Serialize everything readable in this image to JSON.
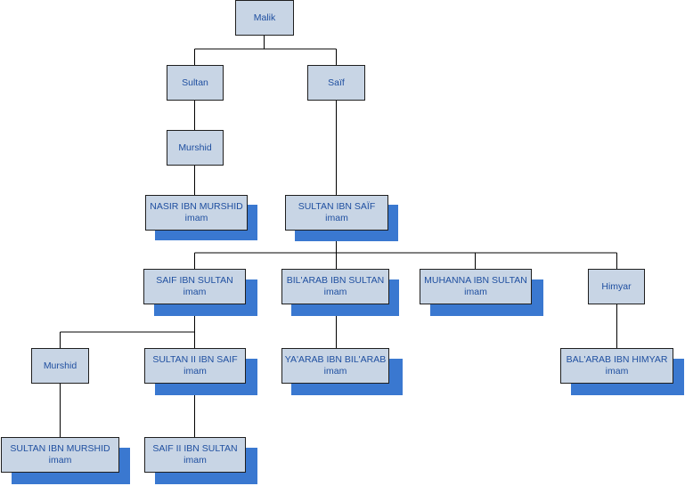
{
  "colors": {
    "box_fill": "#c8d5e5",
    "box_border": "#1f1f1f",
    "shadow": "#3a78d0",
    "text": "#1f4fa0",
    "line": "#000000"
  },
  "nodes": {
    "malik": {
      "name": "Malik",
      "role": ""
    },
    "sultan": {
      "name": "Sultan",
      "role": ""
    },
    "saif": {
      "name": "Saïf",
      "role": ""
    },
    "murshid": {
      "name": "Murshid",
      "role": ""
    },
    "nasir": {
      "name": "NASIR IBN MURSHID",
      "role": "imam"
    },
    "sultan_ibn_saif": {
      "name": "SULTAN IBN SAÏF",
      "role": "imam"
    },
    "saif_ibn_sultan": {
      "name": "SAIF IBN SULTAN",
      "role": "imam"
    },
    "bilarab": {
      "name": "BIL'ARAB IBN SULTAN",
      "role": "imam"
    },
    "muhanna": {
      "name": "MUHANNA IBN SULTAN",
      "role": "imam"
    },
    "himyar": {
      "name": "Himyar",
      "role": ""
    },
    "murshid2": {
      "name": "Murshid",
      "role": ""
    },
    "sultan_ii": {
      "name": "SULTAN II IBN SAIF",
      "role": "imam"
    },
    "yaarab": {
      "name": "YA'ARAB IBN BIL'ARAB",
      "role": "imam"
    },
    "balarab": {
      "name": "BAL'ARAB IBN HIMYAR",
      "role": "imam"
    },
    "sultan_ibn_murshid": {
      "name": "SULTAN IBN MURSHID",
      "role": "imam"
    },
    "saif_ii": {
      "name": "SAIF II IBN SULTAN",
      "role": "imam"
    }
  }
}
